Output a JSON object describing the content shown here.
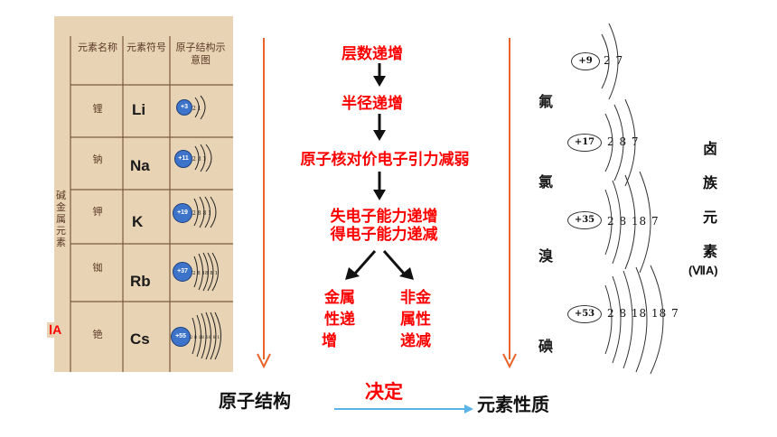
{
  "table": {
    "header_col1": "元素名称",
    "header_col2": "元素符号",
    "header_col3": "原子结构示意图",
    "group_label": "碱金属元素",
    "side_label": "ⅠA",
    "rows": [
      {
        "name": "锂",
        "symbol": "Li",
        "charge": "+3",
        "shells": "2 1"
      },
      {
        "name": "钠",
        "symbol": "Na",
        "charge": "+11",
        "shells": "2 8 1"
      },
      {
        "name": "钾",
        "symbol": "K",
        "charge": "+19",
        "shells": "2 8 8 1"
      },
      {
        "name": "铷",
        "symbol": "Rb",
        "charge": "+37",
        "shells": "2 8 18 8 1"
      },
      {
        "name": "铯",
        "symbol": "Cs",
        "charge": "+55",
        "shells": "2 8 18 18 8 1"
      }
    ]
  },
  "flow": {
    "step1": "层数递增",
    "step2": "半径递增",
    "step3": "原子核对价电子引力减弱",
    "step4_line1": "失电子能力递增",
    "step4_line2": "得电子能力递减",
    "left_result": [
      "金属",
      "性递",
      "增"
    ],
    "right_result": [
      "非金",
      "属性",
      "递减"
    ]
  },
  "halogens": {
    "group_title": [
      "卤",
      "族",
      "元",
      "素"
    ],
    "group_code": "(ⅦA)",
    "elements": [
      {
        "name": "氟",
        "charge": "+9",
        "shells": "2 7"
      },
      {
        "name": "氯",
        "charge": "+17",
        "shells": "2 8 7"
      },
      {
        "name": "溴",
        "charge": "+35",
        "shells": "2 8 18 7"
      },
      {
        "name": "碘",
        "charge": "+53",
        "shells": "2 8 18 18 7"
      }
    ]
  },
  "bottom": {
    "left": "原子结构",
    "middle": "决定",
    "right": "元素性质"
  },
  "colors": {
    "red": "#ff0000",
    "arrow_line": "#e8642a",
    "blue_arrow": "#5ab4e8",
    "table_bg": "#e8d4b4"
  }
}
